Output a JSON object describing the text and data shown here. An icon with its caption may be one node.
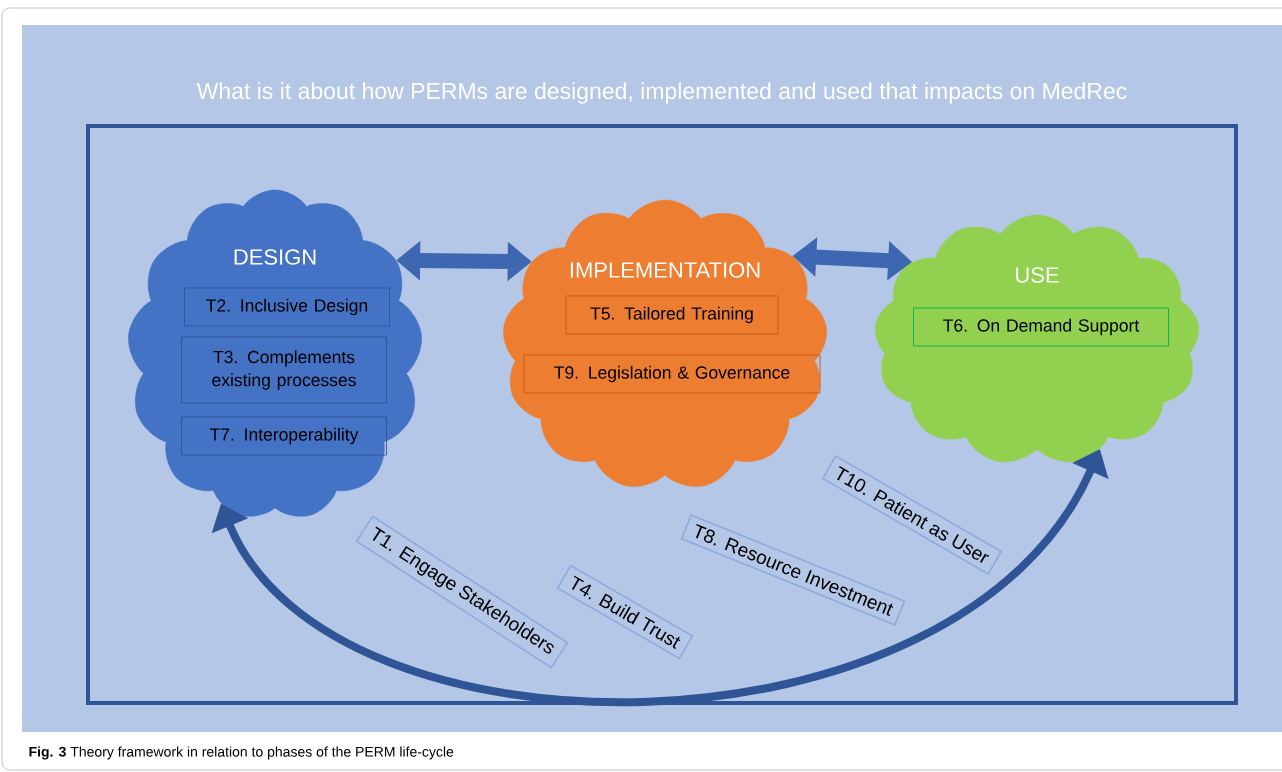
{
  "diagram": {
    "title": "What is it about how PERMs are designed, implemented and used that impacts on MedRec",
    "caption": "**Fig. 3** Theory framework in relation to phases of the PERM life-cycle",
    "nodes": [
      {
        "text": [
          "DESIGN"
        ]
      },
      {
        "text": [
          "T2. Inclusive Design"
        ],
        "in": 0
      },
      {
        "text": [
          "T3. Complements existing processes"
        ],
        "in": 0
      },
      {
        "text": [
          "T7. Interoperability"
        ],
        "in": 0
      },
      {
        "text": [
          "IMPLEMENTATION"
        ]
      },
      {
        "text": [
          "T5. Tailored Training"
        ],
        "in": 4
      },
      {
        "text": [
          "T9. Legislation & Governance"
        ],
        "in": 4
      },
      {
        "text": [
          "USE"
        ]
      },
      {
        "text": [
          "T6. On Demand Support"
        ],
        "in": 7
      },
      {
        "text": [
          "T1. Engage Stakeholders"
        ]
      },
      {
        "text": [
          "T4. Build Trust"
        ]
      },
      {
        "text": [
          "T8. Resource Investment"
        ]
      },
      {
        "text": [
          "T10. Patient as User"
        ]
      }
    ],
    "edges": [
      {
        "from": 0,
        "to": 4,
        "arrow": "both"
      },
      {
        "from": 4,
        "to": 7,
        "arrow": "both"
      },
      {
        "from": 0,
        "to": 7,
        "arrow": "both"
      }
    ]
  }
}
